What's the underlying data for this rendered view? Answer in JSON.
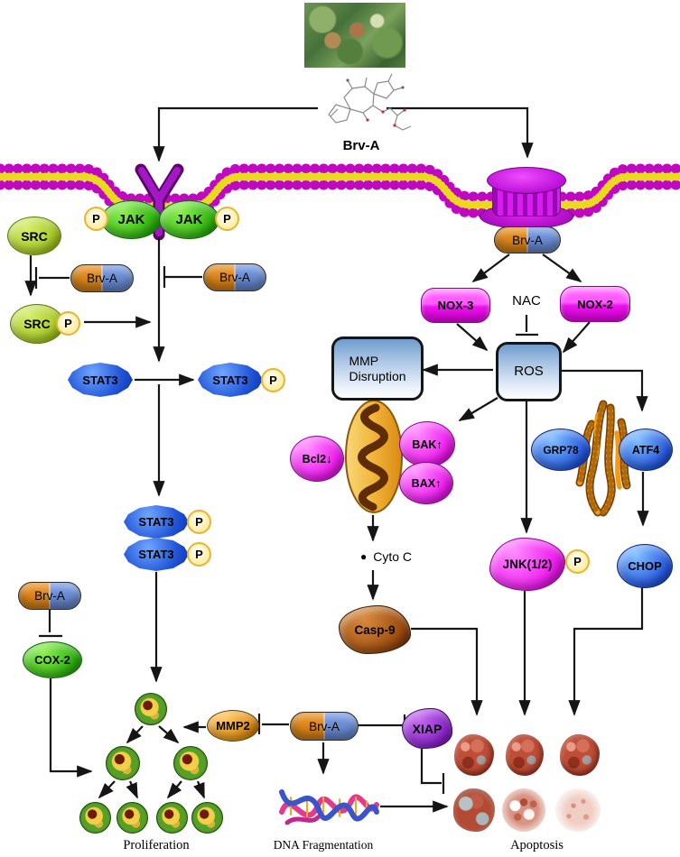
{
  "compound": {
    "name": "Brv-A"
  },
  "phospho": "P",
  "left_pathway": {
    "src": "SRC",
    "src_p": "SRC",
    "jak_left": "JAK",
    "jak_right": "JAK",
    "brva_pill_src": "Brv-A",
    "brva_pill_jak": "Brv-A",
    "stat3": "STAT3",
    "stat3_p": "STAT3",
    "stat3_dimer_top": "STAT3",
    "stat3_dimer_bottom": "STAT3",
    "brva_pill_cox": "Brv-A",
    "cox2": "COX-2",
    "proliferation_label": "Proliferation"
  },
  "bottom_center": {
    "mmp2": "MMP2",
    "brva_pill": "Brv-A",
    "xiap": "XIAP",
    "dna_label": "DNA Fragmentation"
  },
  "right_pathway": {
    "brva_pill": "Brv-A",
    "nox3": "NOX-3",
    "nac": "NAC",
    "nox2": "NOX-2",
    "ros": "ROS",
    "mmp_disruption_line1": "MMP",
    "mmp_disruption_line2": "Disruption",
    "bcl2": "Bcl2↓",
    "bak": "BAK↑",
    "bax": "BAX↑",
    "cyto_bullet": "●",
    "cyto_c": "Cyto C",
    "casp9": "Casp-9",
    "grp78": "GRP78",
    "atf4": "ATF4",
    "chop": "CHOP",
    "jnk": "JNK(1/2)",
    "apoptosis_label": "Apoptosis"
  },
  "palette": {
    "membrane_magenta": "#c008c0",
    "lipid_yellow": "#ecd81c",
    "jak_green": "#2db40e",
    "src_green": "#a6c822",
    "stat3_blue": "#2256d8",
    "node_magenta": "#ee12ee",
    "ros_box_blue": "#6f9ccd",
    "pill_orange": "#e2891a",
    "pill_blue": "#6c8fd8",
    "xiap_purple": "#8a22cc",
    "casp9_brown": "#a04e10",
    "mito_orange": "#eda22d"
  }
}
